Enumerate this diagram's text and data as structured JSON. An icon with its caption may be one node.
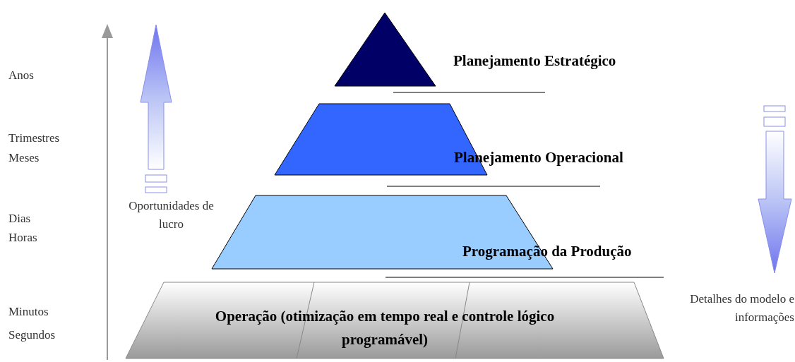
{
  "diagram": {
    "nodes": [
      {
        "text": [
          "Planejamento Estratégico"
        ]
      },
      {
        "text": [
          "Planejamento Operacional"
        ]
      },
      {
        "text": [
          "Programação da Produção"
        ]
      },
      {
        "text": [
          "Operação (otimização em tempo real e controle lógico programável)"
        ]
      }
    ],
    "labels": [
      "Anos",
      "Trimestres",
      "Meses",
      "Dias",
      "Horas",
      "Minutos",
      "Segundos",
      "Oportunidades de lucro",
      "Detalhes do modelo e informações"
    ]
  }
}
